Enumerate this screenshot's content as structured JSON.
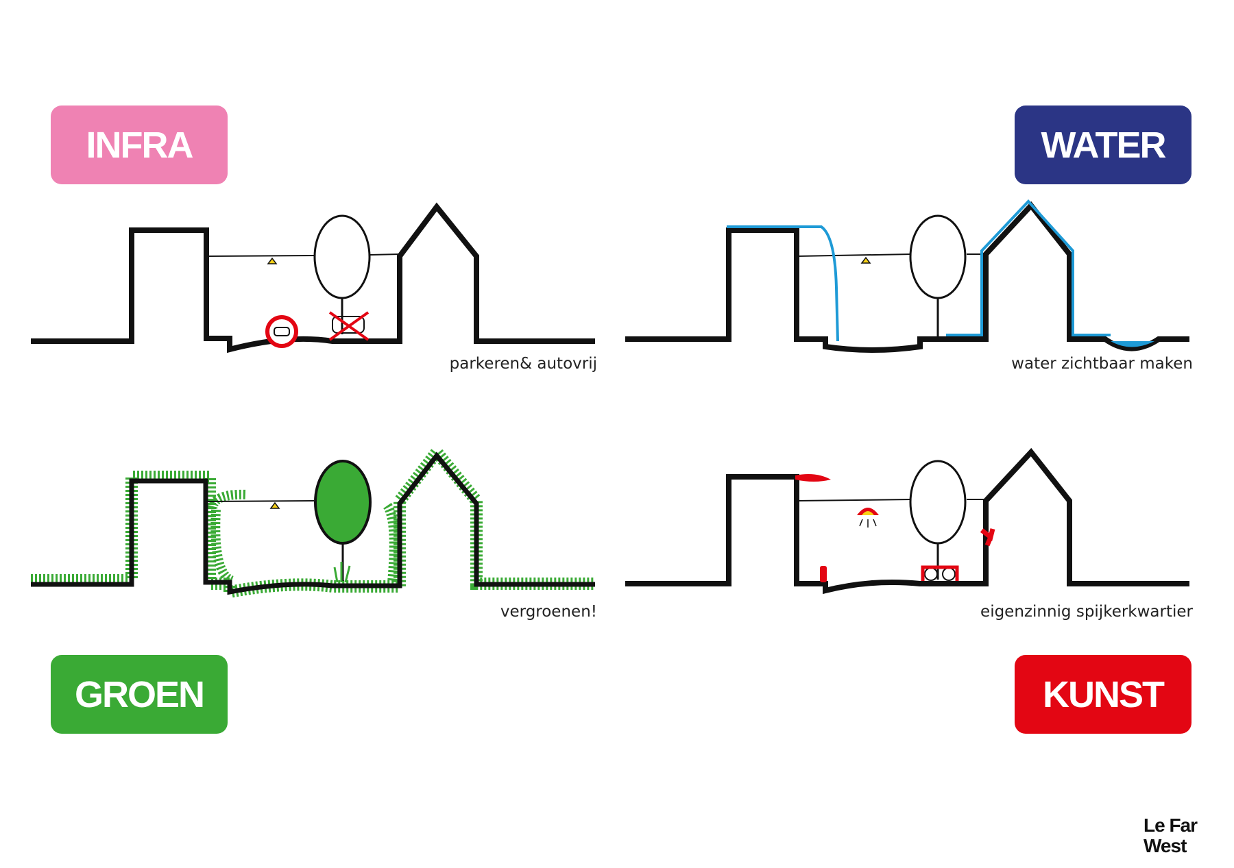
{
  "panels": {
    "infra": {
      "badge": "INFRA",
      "caption": "parkeren& autovrij",
      "color": "#ef82b3"
    },
    "water": {
      "badge": "WATER",
      "caption": "water zichtbaar maken",
      "color": "#2b3585"
    },
    "groen": {
      "badge": "GROEN",
      "caption": "vergroenen!",
      "color": "#3aaa35"
    },
    "kunst": {
      "badge": "KUNST",
      "caption": "eigenzinnig spijkerkwartier",
      "color": "#e30613"
    }
  },
  "accents": {
    "water_line": "#1e9ad6",
    "green_hatch": "#3aaa35",
    "art_red": "#e30613",
    "lamp_yellow": "#f7d117"
  },
  "logo": {
    "line1": "Le Far",
    "line2": "West"
  }
}
